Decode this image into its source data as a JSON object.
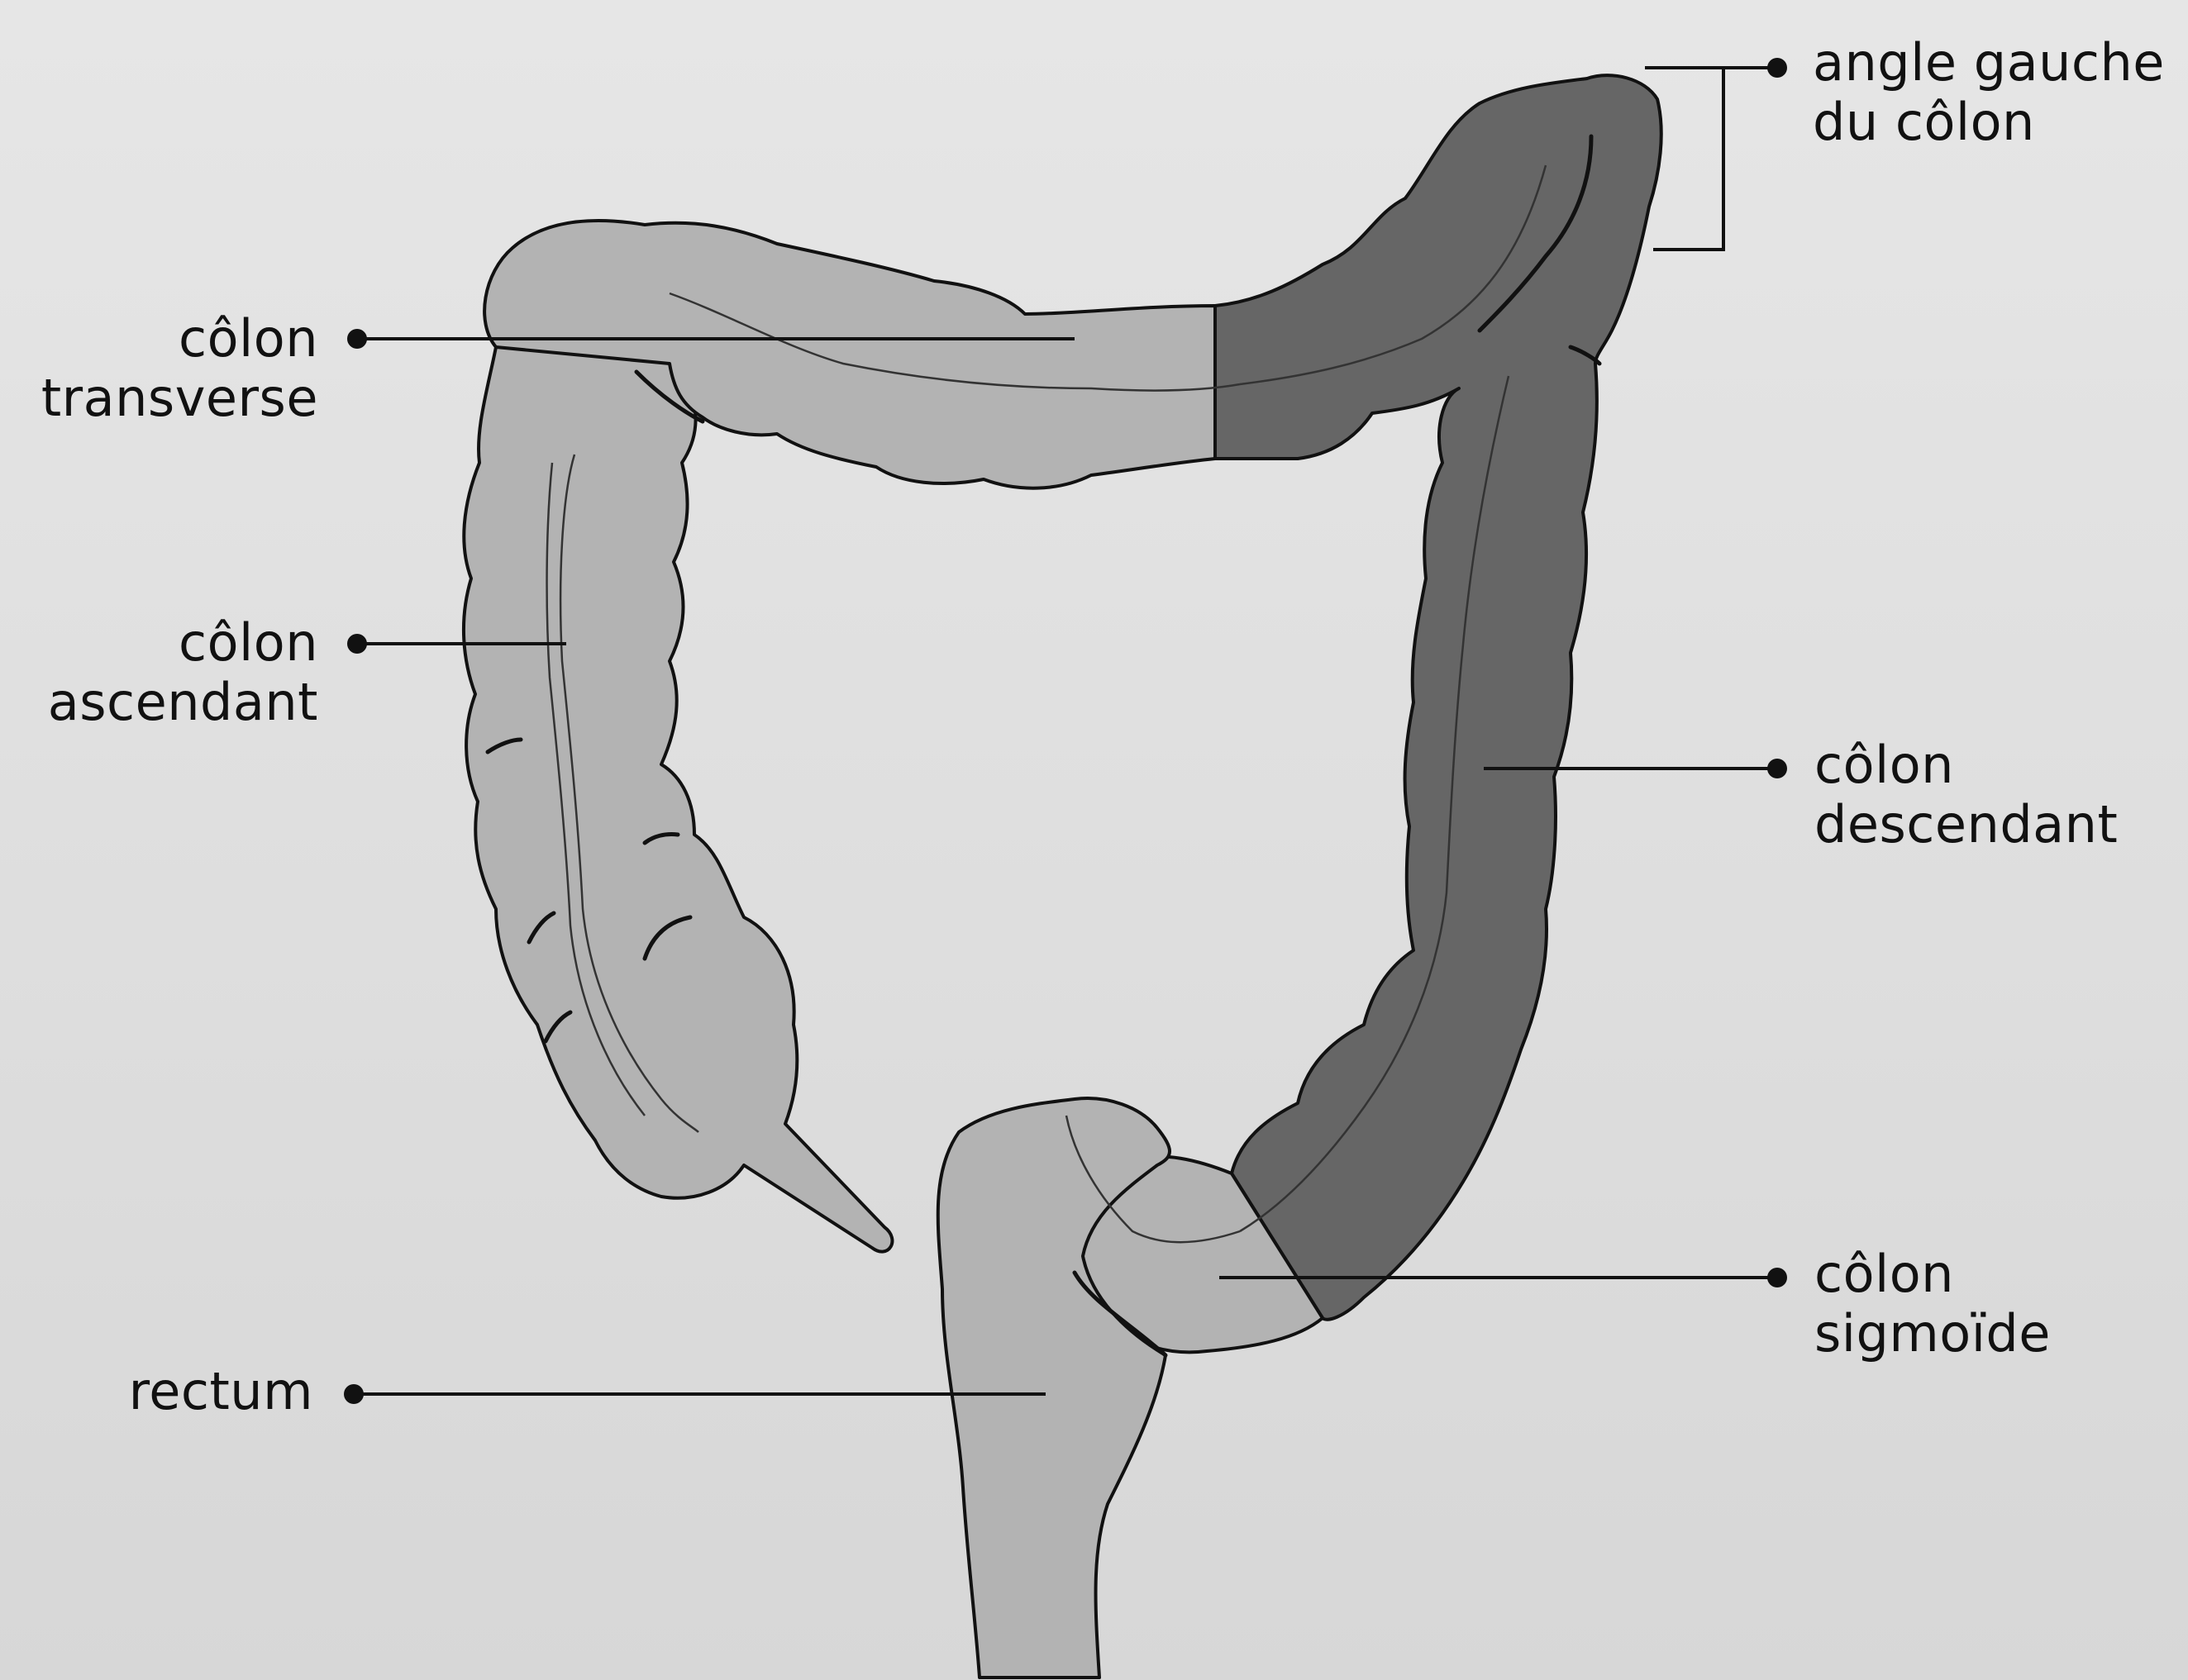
{
  "diagram": {
    "colors": {
      "background": "#e2e2e2",
      "highlight": "#666666",
      "colon": "#b3b3b3",
      "outline": "#111111"
    },
    "labels": {
      "transverse": {
        "line1": "côlon",
        "line2": "transverse"
      },
      "ascending": {
        "line1": "côlon",
        "line2": "ascendant"
      },
      "rectum": {
        "line1": "rectum"
      },
      "left_flexure": {
        "line1": "angle gauche",
        "line2": "du côlon"
      },
      "descending": {
        "line1": "côlon",
        "line2": "descendant"
      },
      "sigmoid": {
        "line1": "côlon",
        "line2": "sigmoïde"
      }
    }
  }
}
